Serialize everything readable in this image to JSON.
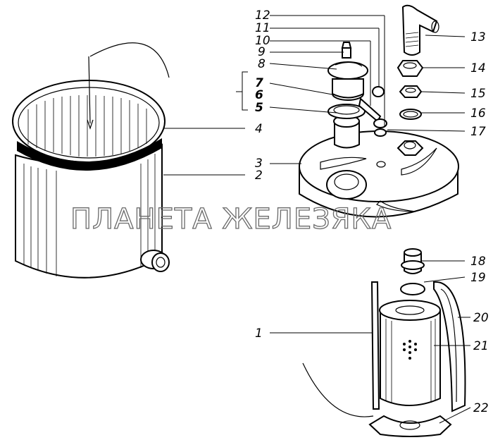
{
  "callouts": [
    {
      "id": "1",
      "text": "1"
    },
    {
      "id": "2",
      "text": "2"
    },
    {
      "id": "3",
      "text": "3"
    },
    {
      "id": "4",
      "text": "4"
    },
    {
      "id": "5",
      "text": "5"
    },
    {
      "id": "6",
      "text": "6"
    },
    {
      "id": "7",
      "text": "7"
    },
    {
      "id": "8",
      "text": "8"
    },
    {
      "id": "9",
      "text": "9"
    },
    {
      "id": "10",
      "text": "10"
    },
    {
      "id": "11",
      "text": "11"
    },
    {
      "id": "12",
      "text": "12"
    },
    {
      "id": "13",
      "text": "13"
    },
    {
      "id": "14",
      "text": "14"
    },
    {
      "id": "15",
      "text": "15"
    },
    {
      "id": "16",
      "text": "16"
    },
    {
      "id": "17",
      "text": "17"
    },
    {
      "id": "18",
      "text": "18"
    },
    {
      "id": "19",
      "text": "19"
    },
    {
      "id": "20",
      "text": "20"
    },
    {
      "id": "21",
      "text": "21"
    },
    {
      "id": "22",
      "text": "22"
    }
  ],
  "watermark": "ПЛАНЕТА ЖЕЛЕЗЯКА"
}
